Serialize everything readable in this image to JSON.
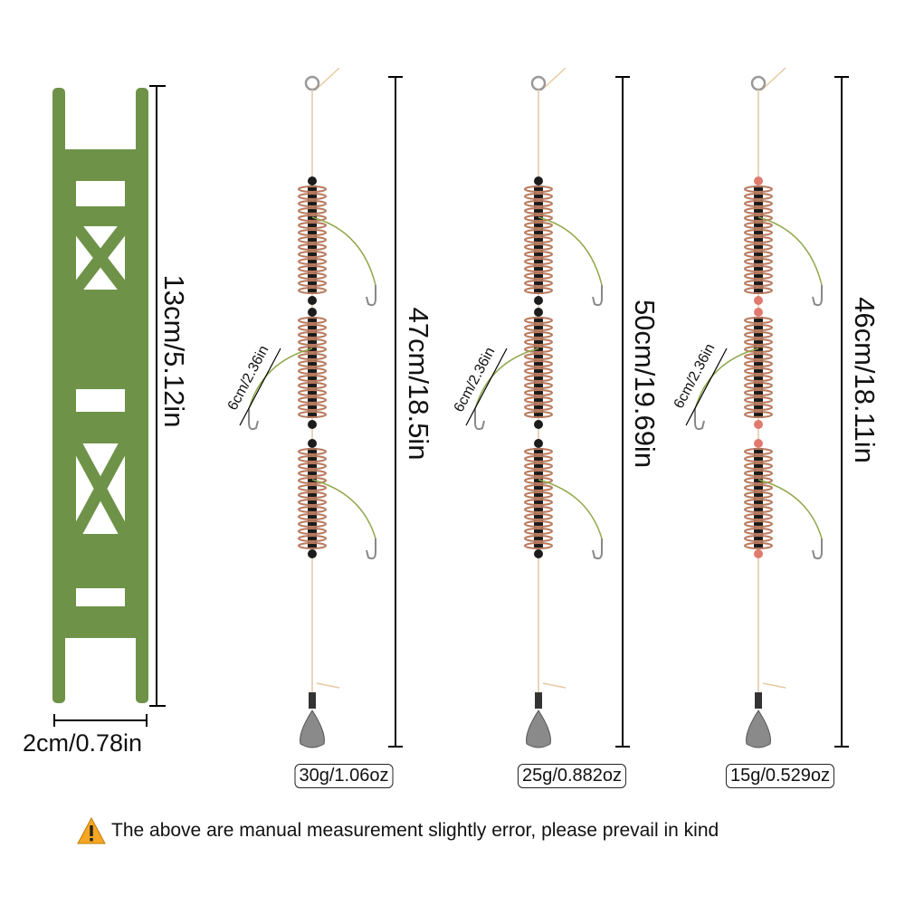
{
  "winder": {
    "height_label": "13cm/5.12in",
    "width_label": "2cm/0.78in",
    "color": "#6f9249"
  },
  "rigs": [
    {
      "length_label": "47cm/18.5in",
      "leader_label": "6cm/2.36in",
      "weight_label": "30g/1.06oz",
      "bead_color": "#1c1c1c"
    },
    {
      "length_label": "50cm/19.69in",
      "leader_label": "6cm/2.36in",
      "weight_label": "25g/0.882oz",
      "bead_color": "#1c1c1c"
    },
    {
      "length_label": "46cm/18.11in",
      "leader_label": "6cm/2.36in",
      "weight_label": "15g/0.529oz",
      "bead_color": "#e07a6e"
    }
  ],
  "note": {
    "icon": "warning-icon",
    "text": "The above are manual measurement slightly error, please prevail in kind",
    "icon_color": "#f5a623"
  }
}
